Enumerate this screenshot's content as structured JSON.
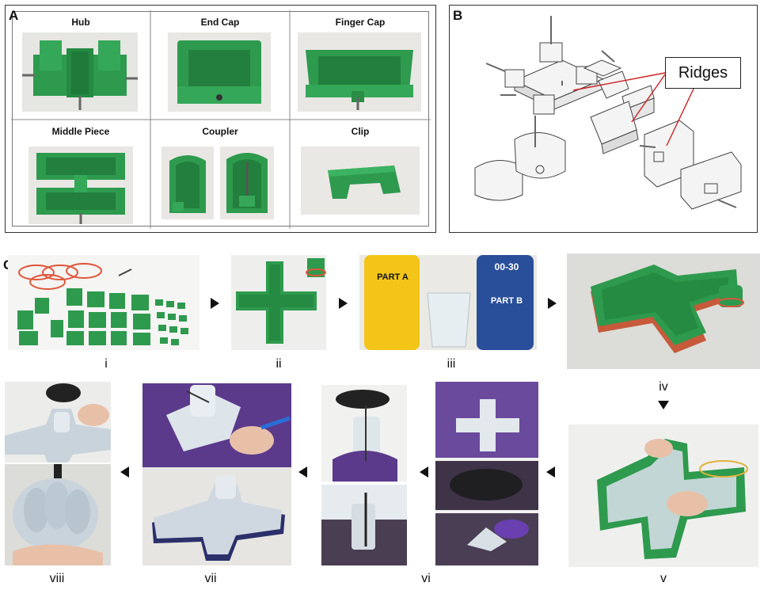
{
  "panels": {
    "A": "A",
    "B": "B",
    "C": "C"
  },
  "panel_a": {
    "parts": [
      "Hub",
      "End Cap",
      "Finger Cap",
      "Middle Piece",
      "Coupler",
      "Clip"
    ]
  },
  "panel_b": {
    "callout": "Ridges"
  },
  "panel_c": {
    "steps": [
      "i",
      "ii",
      "iii",
      "iv",
      "v",
      "vi",
      "vii",
      "viii"
    ],
    "bottle_labels": {
      "a": "PART A",
      "b": "PART B",
      "b_code": "00-30"
    }
  },
  "colors": {
    "mold_green": "#2e9a4e",
    "silicone": "#d4dde6",
    "purple_cloth": "#5b3a8c",
    "yellow_bottle": "#f2c518",
    "blue_bottle": "#2a4f9a"
  }
}
